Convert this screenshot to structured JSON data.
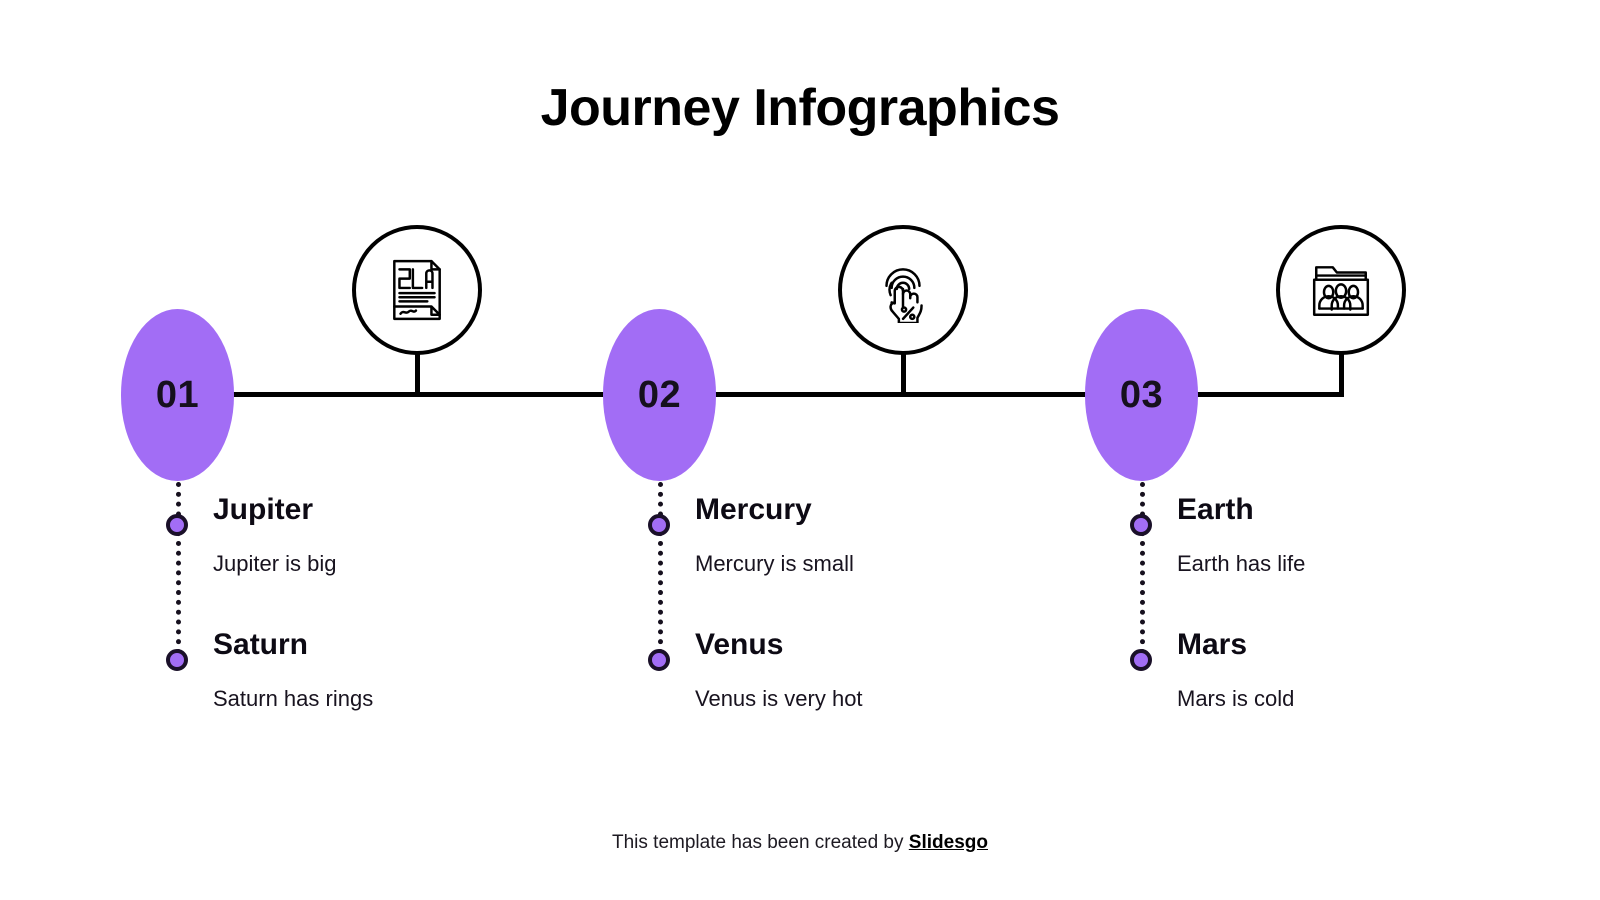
{
  "title": "Journey Infographics",
  "theme": {
    "accent_purple": "#a26df5",
    "line_black": "#000000",
    "text_dark": "#16101e",
    "background": "#ffffff"
  },
  "timeline": {
    "steps": [
      {
        "number": "01",
        "icon": "sla-document-icon"
      },
      {
        "number": "02",
        "icon": "tap-percent-hand-icon"
      },
      {
        "number": "03",
        "icon": "shared-team-folder-icon"
      }
    ]
  },
  "details": [
    {
      "title": "Jupiter",
      "description": "Jupiter is big"
    },
    {
      "title": "Saturn",
      "description": "Saturn has rings"
    },
    {
      "title": "Mercury",
      "description": "Mercury is small"
    },
    {
      "title": "Venus",
      "description": "Venus is very hot"
    },
    {
      "title": "Earth",
      "description": "Earth has life"
    },
    {
      "title": "Mars",
      "description": "Mars is cold"
    }
  ],
  "footer": {
    "text": "This template has been created by",
    "brand": "Slidesgo"
  }
}
